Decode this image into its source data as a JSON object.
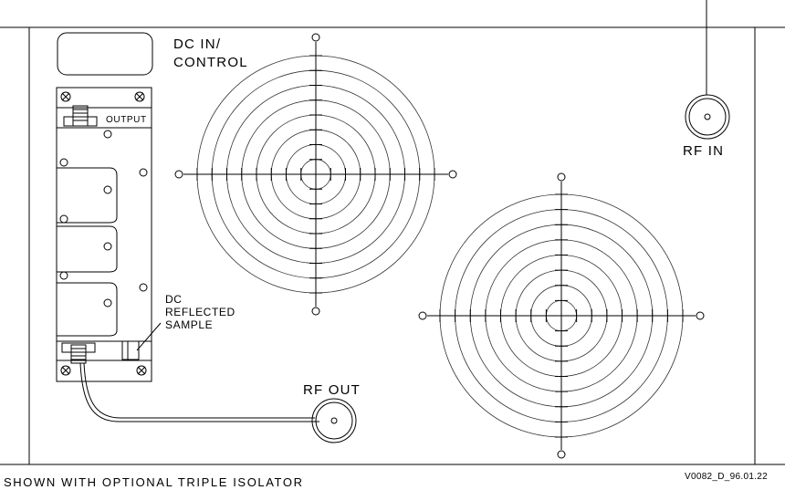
{
  "labels": {
    "dc_in_line1": "DC IN/",
    "dc_in_line2": "CONTROL",
    "output": "OUTPUT",
    "rf_in": "RF IN",
    "rf_out": "RF OUT",
    "dc_reflected_line1": "DC",
    "dc_reflected_line2": "REFLECTED",
    "dc_reflected_line3": "SAMPLE"
  },
  "footer": {
    "caption": "SHOWN WITH OPTIONAL TRIPLE ISOLATOR",
    "drawing_ref": "V0082_D_96.01.22"
  }
}
